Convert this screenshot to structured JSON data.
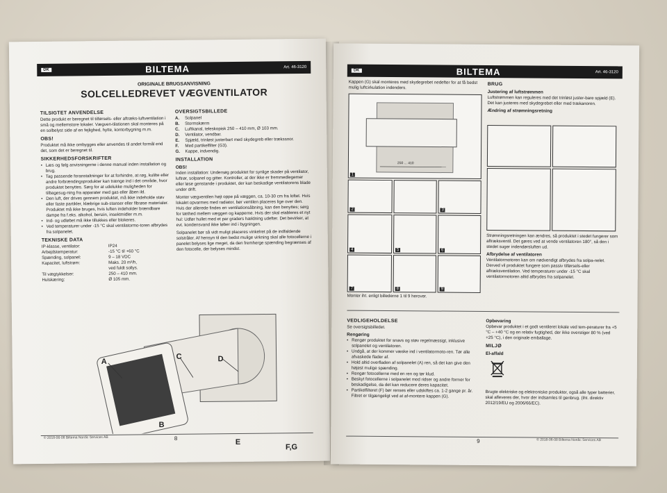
{
  "left": {
    "lang": "DK",
    "brand": "BILTEMA",
    "art": "Art. 46-3120",
    "subtitle": "ORIGINALE BRUGSANVISNING",
    "title": "SOLCELLEDREVET VÆGVENTILATOR",
    "intended": {
      "heading": "TILSIGTET ANVENDELSE",
      "text": "Dette produkt er beregnet til tilførsels- eller aftræks-luftventilation i små og mellemstore lokaler. Vægven-tilationen skal monteres på en solbelyst side af en fejlighed, hytte, kontorbygning m.m."
    },
    "obs": {
      "heading": "OBS!",
      "text": "Produktet må ikke ombygges eller anvendes til andet formål end det, som det er beregnet til."
    },
    "safety": {
      "heading": "SIKKERHEDSFORSKRIFTER",
      "items": [
        "Læs og følg anvisningerne i denne manual inden installation og brug.",
        "Tag passende foranstaltninger for at forhindre, at røg, kulilte eller andre forbrændingsprodukter kan trænge ind i det område, hvor produktet benyttes. Sørg for at udelukke muligheden for tilbagesug-ning fra apparater med gas eller åben ild.",
        "Den luft, der drives gennem produktet, må ikke indeholde støv eller faste partikler, klæbrige sub-stanser eller fibrøse materialer. Produktet må ikke bruges, hvis luften indeholder brændbare dampe fra f.eks. alkohol, benzin, insektmidler m.m.",
        "Ind- og udløbet må ikke tilluk­kes eller blokeres.",
        "Ved temperaturer under -15 °C skal ventilatormo-toren afbrydes fra solpanelet."
      ]
    },
    "tech": {
      "heading": "TEKNISKE DATA",
      "rows": [
        {
          "k": "IP-klasse, ventilator:",
          "v": "IP24"
        },
        {
          "k": "Arbejdstemperatur:",
          "v": "-15 °C til +60 °C"
        },
        {
          "k": "Spænding, solpanel:",
          "v": "9 – 18 VDC"
        },
        {
          "k": "Kapacitet, luftstrøm:",
          "v": "Maks. 20 m³/h,"
        },
        {
          "k": "",
          "v": "ved fuldt sollys."
        },
        {
          "k": "Til vægtykkelser:",
          "v": "250 – 410 mm."
        },
        {
          "k": "Hulskæring:",
          "v": "Ø 105 mm."
        }
      ]
    },
    "overview": {
      "heading": "OVERSIGTSBILLEDE",
      "items": [
        {
          "k": "A.",
          "v": "Solpanel"
        },
        {
          "k": "B.",
          "v": "Stormskærm"
        },
        {
          "k": "C.",
          "v": "Luftkanal, teleskopisk 250 – 410 mm, Ø 103 mm."
        },
        {
          "k": "D.",
          "v": "Ventilator, vendbar."
        },
        {
          "k": "E.",
          "v": "Spjæld, trinløst justerbart med skydegreb eller trækssnor."
        },
        {
          "k": "F.",
          "v": "Med partikelfilter (G3)."
        },
        {
          "k": "G.",
          "v": "Kappe, indvendig."
        }
      ]
    },
    "install": {
      "heading": "INSTALLATION",
      "obs": "OBS!",
      "p1": "Inden installation: Undersøg produktet for synlige skader på ventilator, luftrør, solpanel og gitter. Kontroller, at der ikke er fremmedlegemer eller løse genstande i produktet, der kan beskadige ventilatorens blade under drift.",
      "p2": "Monter vægventilen højt oppe på væggen, ca. 10-30 cm fra loftet. Hvis lokalet opvarmes med radiator, bør ventilen placeres lige over den. Hvis der allerede findes en ventilationsåbning, kan den benyttes; sørg for tæthed mellem væggen og kapperne. Hvis der skal etableres et nyt hul: Udfør hullet med et par graders hældning udefter. Det bevirker, at evt. kondensvand ikke løber ind i bygningen.",
      "p3": "Solpanelet bør så vidt muligt placeres vinkelret på de indfaldende solstråler. Af hensyn til den bedst mulige virkning skal alle fotocellerne i panelet belyses lige meget, da den fremherge spænding begrænses af den fotocelle, der belyses mindst."
    },
    "labels": {
      "A": "A",
      "B": "B",
      "C": "C",
      "D": "D",
      "E": "E",
      "FG": "F,G"
    },
    "footer": "© 2018-06-08 Biltema Nordic Services AB",
    "page": "8"
  },
  "right": {
    "lang": "DK",
    "brand": "BILTEMA",
    "art": "Art. 46-3120",
    "topnote": "Kappen (G) skal monteres med skydegrebet nedefter for at få bedst mulig luftcirkulation indenders.",
    "dim": "250 ... 410",
    "steps": [
      "1",
      "2",
      "3",
      "4",
      "5",
      "6",
      "7",
      "8",
      "9"
    ],
    "stepnote": "Monter iht. enligt billederne 1 til 9 herover.",
    "use": {
      "heading": "BRUG",
      "adj_heading": "Justering af luftstrømmen",
      "adj_text": "Luftstrømmen kan reguleres med det trinløst juster-bare spjæld (E). Det kan justeres med skydegrebet eller med trækanoren.",
      "dir_heading": "Ændring af strømningsretning",
      "dir_text": "Strømningsretningen kan ændres, så produktet i stedet fungerer som aftræksventil. Det gøres ved at vende ventilatoren 180°, så den i stedet suger indendørsluften ud.",
      "off_heading": "Afbrydelse af ventilatoren",
      "off_text": "Ventilatormotoren kan om nødvendigt afbrydes fra solpa-nelet. Derved vil produktet fungere som passiv tilførsels-eller aftræksventilation. Ved temperaturer under -15 °C skal ventilatormotoren altid afbrydes fra solpanelet."
    },
    "maint": {
      "heading": "VEDLIGEHOLDELSE",
      "sub": "Se oversigtsbilledet.",
      "clean_heading": "Rengøring",
      "items": [
        "Rengør produktet for snavs og støv regelmæssigt, inklusive solpanelet og ventilatoren.",
        "Undgå, at der kommer væske ind i ventilatormoto-ren. Tør alle afvaskede flader af.",
        "Hold altid overfladen af solpanelet (A) ren, så det kan give den højest mulige spænding.",
        "Rengør fotocellerne med en ren og tør klud.",
        "Beskyt fotocellerne i solpanelet mod ridser og andre former for beskadigelse, da det kan reducere deres kapacitet.",
        "Partikelfilteret (F) bør renses eller udskiftes ca. 1-2 gange pr. år. Filtret er tilgængeligt ved at af-montere kappen (G)."
      ]
    },
    "storage": {
      "heading": "Opbevaring",
      "text": "Opbevar produktet i et godt ventileret lokale ved tem-peraturer fra +5 °C – +40 °C og en relativ fugtighed, der ikke overstiger 80 % (ved +25 °C), i den originale emballage."
    },
    "env": {
      "heading": "MILJØ",
      "sub": "El-affald",
      "text": "Brugte elektriske og elektroniske produkter, også alle typer batterier, skal afleveres der, hvor der indsamles til genbrug. (Iht. direktiv 2012/19/EU og 2006/66/EC)."
    },
    "page": "9",
    "footer": "© 2018-06-08 Biltema Nordic Services AB"
  }
}
